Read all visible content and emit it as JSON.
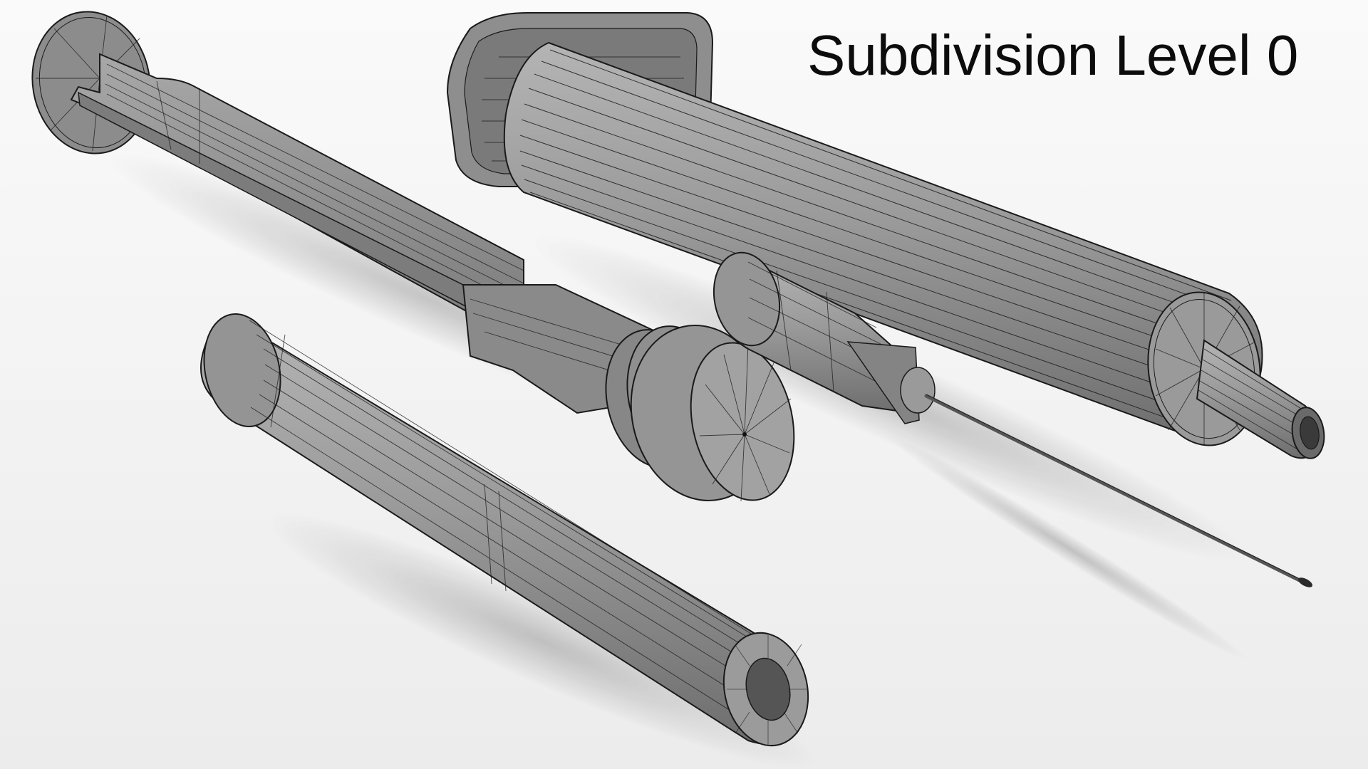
{
  "title": "Subdivision Level 0",
  "scene": {
    "description": "Wireframe render of syringe components",
    "background_color": "#f4f4f4",
    "mesh_fill": "#8a8a8a",
    "wire_color": "#1a1a1a",
    "parts": [
      {
        "name": "plunger",
        "label": "Plunger with thumb rest and rubber stopper"
      },
      {
        "name": "barrel",
        "label": "Syringe barrel with finger flange and tip"
      },
      {
        "name": "needle-hub",
        "label": "Needle hub with hypodermic needle"
      },
      {
        "name": "needle-cap",
        "label": "Needle cap"
      }
    ]
  }
}
